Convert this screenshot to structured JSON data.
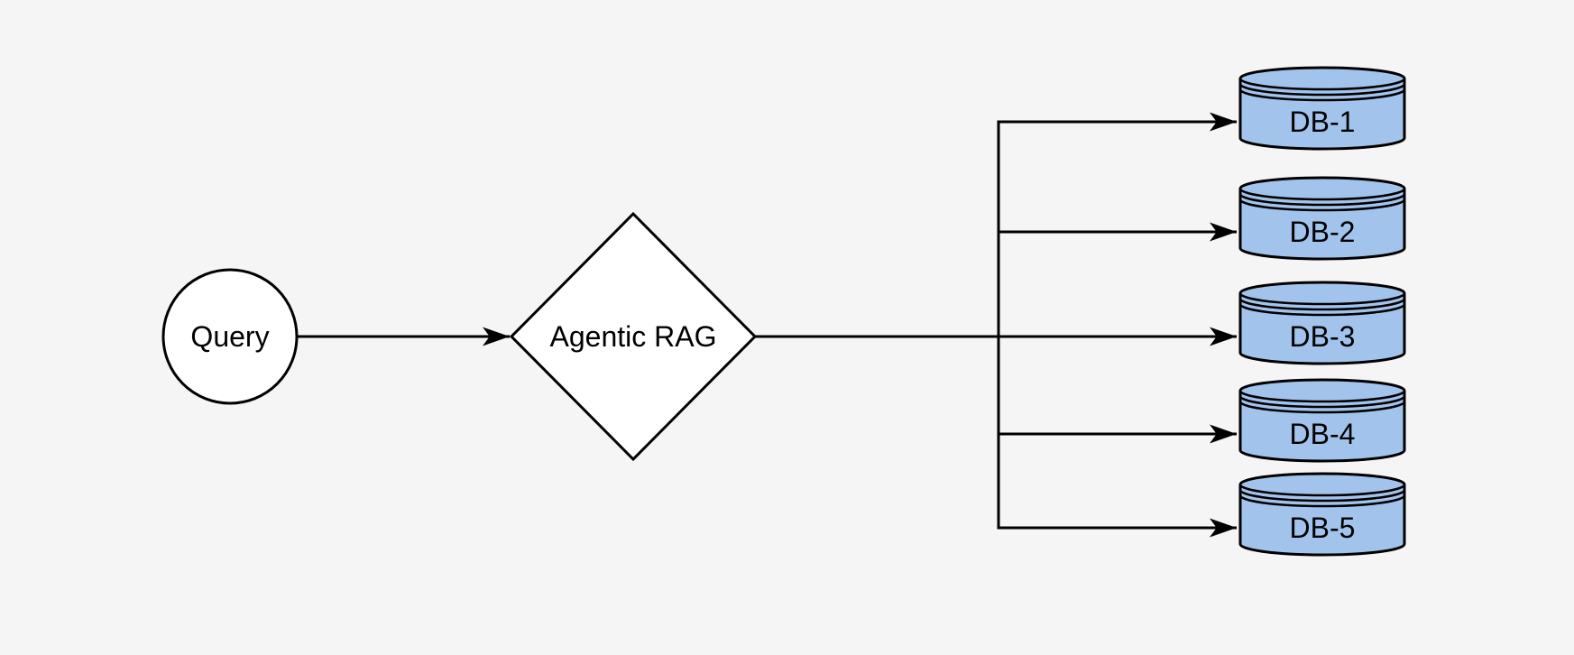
{
  "diagram_type": "flowchart",
  "colors": {
    "background": "#f5f5f5",
    "node_fill": "#ffffff",
    "db_fill": "#a2c4ec",
    "stroke": "#000000",
    "text": "#000000"
  },
  "nodes": {
    "query": {
      "label": "Query",
      "shape": "circle"
    },
    "decision": {
      "label": "Agentic RAG",
      "shape": "diamond"
    },
    "databases": [
      {
        "label": "DB-1",
        "shape": "datastore-cylinder"
      },
      {
        "label": "DB-2",
        "shape": "datastore-cylinder"
      },
      {
        "label": "DB-3",
        "shape": "datastore-cylinder"
      },
      {
        "label": "DB-4",
        "shape": "datastore-cylinder"
      },
      {
        "label": "DB-5",
        "shape": "datastore-cylinder"
      }
    ]
  },
  "edges": [
    {
      "from": "Query",
      "to": "Agentic RAG",
      "arrow": true
    },
    {
      "from": "Agentic RAG",
      "to": "DB-1",
      "arrow": true
    },
    {
      "from": "Agentic RAG",
      "to": "DB-2",
      "arrow": true
    },
    {
      "from": "Agentic RAG",
      "to": "DB-3",
      "arrow": true
    },
    {
      "from": "Agentic RAG",
      "to": "DB-4",
      "arrow": true
    },
    {
      "from": "Agentic RAG",
      "to": "DB-5",
      "arrow": true
    }
  ]
}
